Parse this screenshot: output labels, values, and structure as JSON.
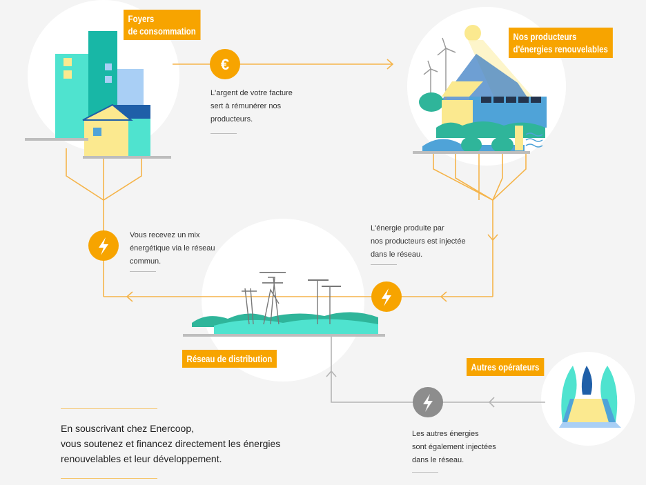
{
  "labels": {
    "homes": [
      "Foyers",
      "de consommation"
    ],
    "producers": [
      "Nos producteurs",
      "d'énergies renouvelables"
    ],
    "grid": "Réseau de distribution",
    "others": "Autres opérateurs"
  },
  "captions": {
    "bill": [
      "L'argent de votre facture",
      "sert à rémunérer nos",
      "producteurs."
    ],
    "mix": [
      "Vous recevez un mix",
      "énergétique via le réseau",
      "commun."
    ],
    "injected": [
      "L'énergie produite par",
      "nos producteurs est injectée",
      "dans le réseau."
    ],
    "others": [
      "Les autres énergies",
      "sont également injectées",
      "dans le réseau."
    ]
  },
  "intro": [
    "En souscrivant chez Enercoop,",
    "vous soutenez et financez directement les énergies",
    "renouvelables et leur développement."
  ],
  "icons": {
    "euro": "€",
    "bolt_left": "lightning-bolt",
    "bolt_right": "lightning-bolt",
    "bolt_gray": "lightning-bolt"
  },
  "colors": {
    "accent": "#f7a400",
    "line": "#f5b44a",
    "gray_line": "#b4b4b4",
    "gray_badge": "#8d8d8d",
    "turquoise": "#4fe3cf",
    "teal": "#18b7a6",
    "blue": "#3e7fc4",
    "light_blue": "#a9cff5",
    "yellow": "#fbe98f",
    "green": "#2fb59a"
  }
}
